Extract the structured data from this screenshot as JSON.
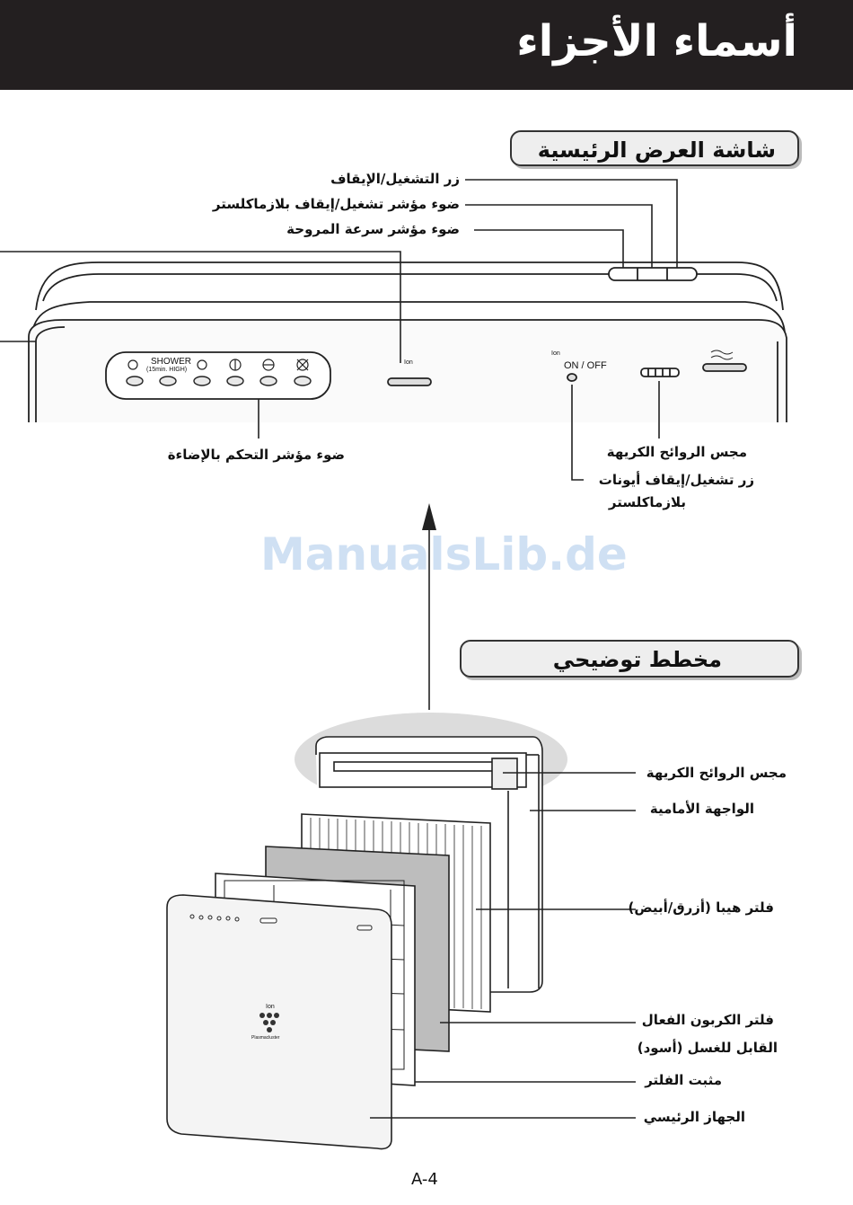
{
  "header": {
    "title": "أسماء الأجزاء"
  },
  "sections": {
    "main_display": "شاشة العرض الرئيسية",
    "diagram": "مخطط توضيحي"
  },
  "display_labels": {
    "power_button": "زر التشغيل/الإيقاف",
    "plasmacluster_light": "ضوء مؤشر تشغيل/إيقاف بلازماكلستر",
    "fan_speed_light": "ضوء مؤشر سرعة المروحة",
    "light_control": "ضوء مؤشر التحكم بالإضاءة",
    "odor_sensor": "مجس الروائح الكريهة",
    "ion_button_line1": "زر تشغيل/إيقاف أيونات",
    "ion_button_line2": "بلازماكلستر"
  },
  "panel_text": {
    "shower": "SHOWER",
    "shower_sub": "(15min. HIGH)",
    "ion": "Ion",
    "on_off": "ON / OFF"
  },
  "diagram_labels": {
    "odor_sensor": "مجس الروائح الكريهة",
    "front_panel": "الواجهة الأمامية",
    "hepa": "فلتر هيبا (أزرق/أبيض)",
    "carbon_line1": "فلتر الكربون الفعال",
    "carbon_line2": "القابل للغسل (أسود)",
    "filter_holder": "مثبت الفلتر",
    "main_unit": "الجهاز الرئيسي"
  },
  "unit_text": {
    "ion": "Ion",
    "brand": "Plasmacluster"
  },
  "watermark": "ManualsLib.de",
  "page_number": "A-4"
}
